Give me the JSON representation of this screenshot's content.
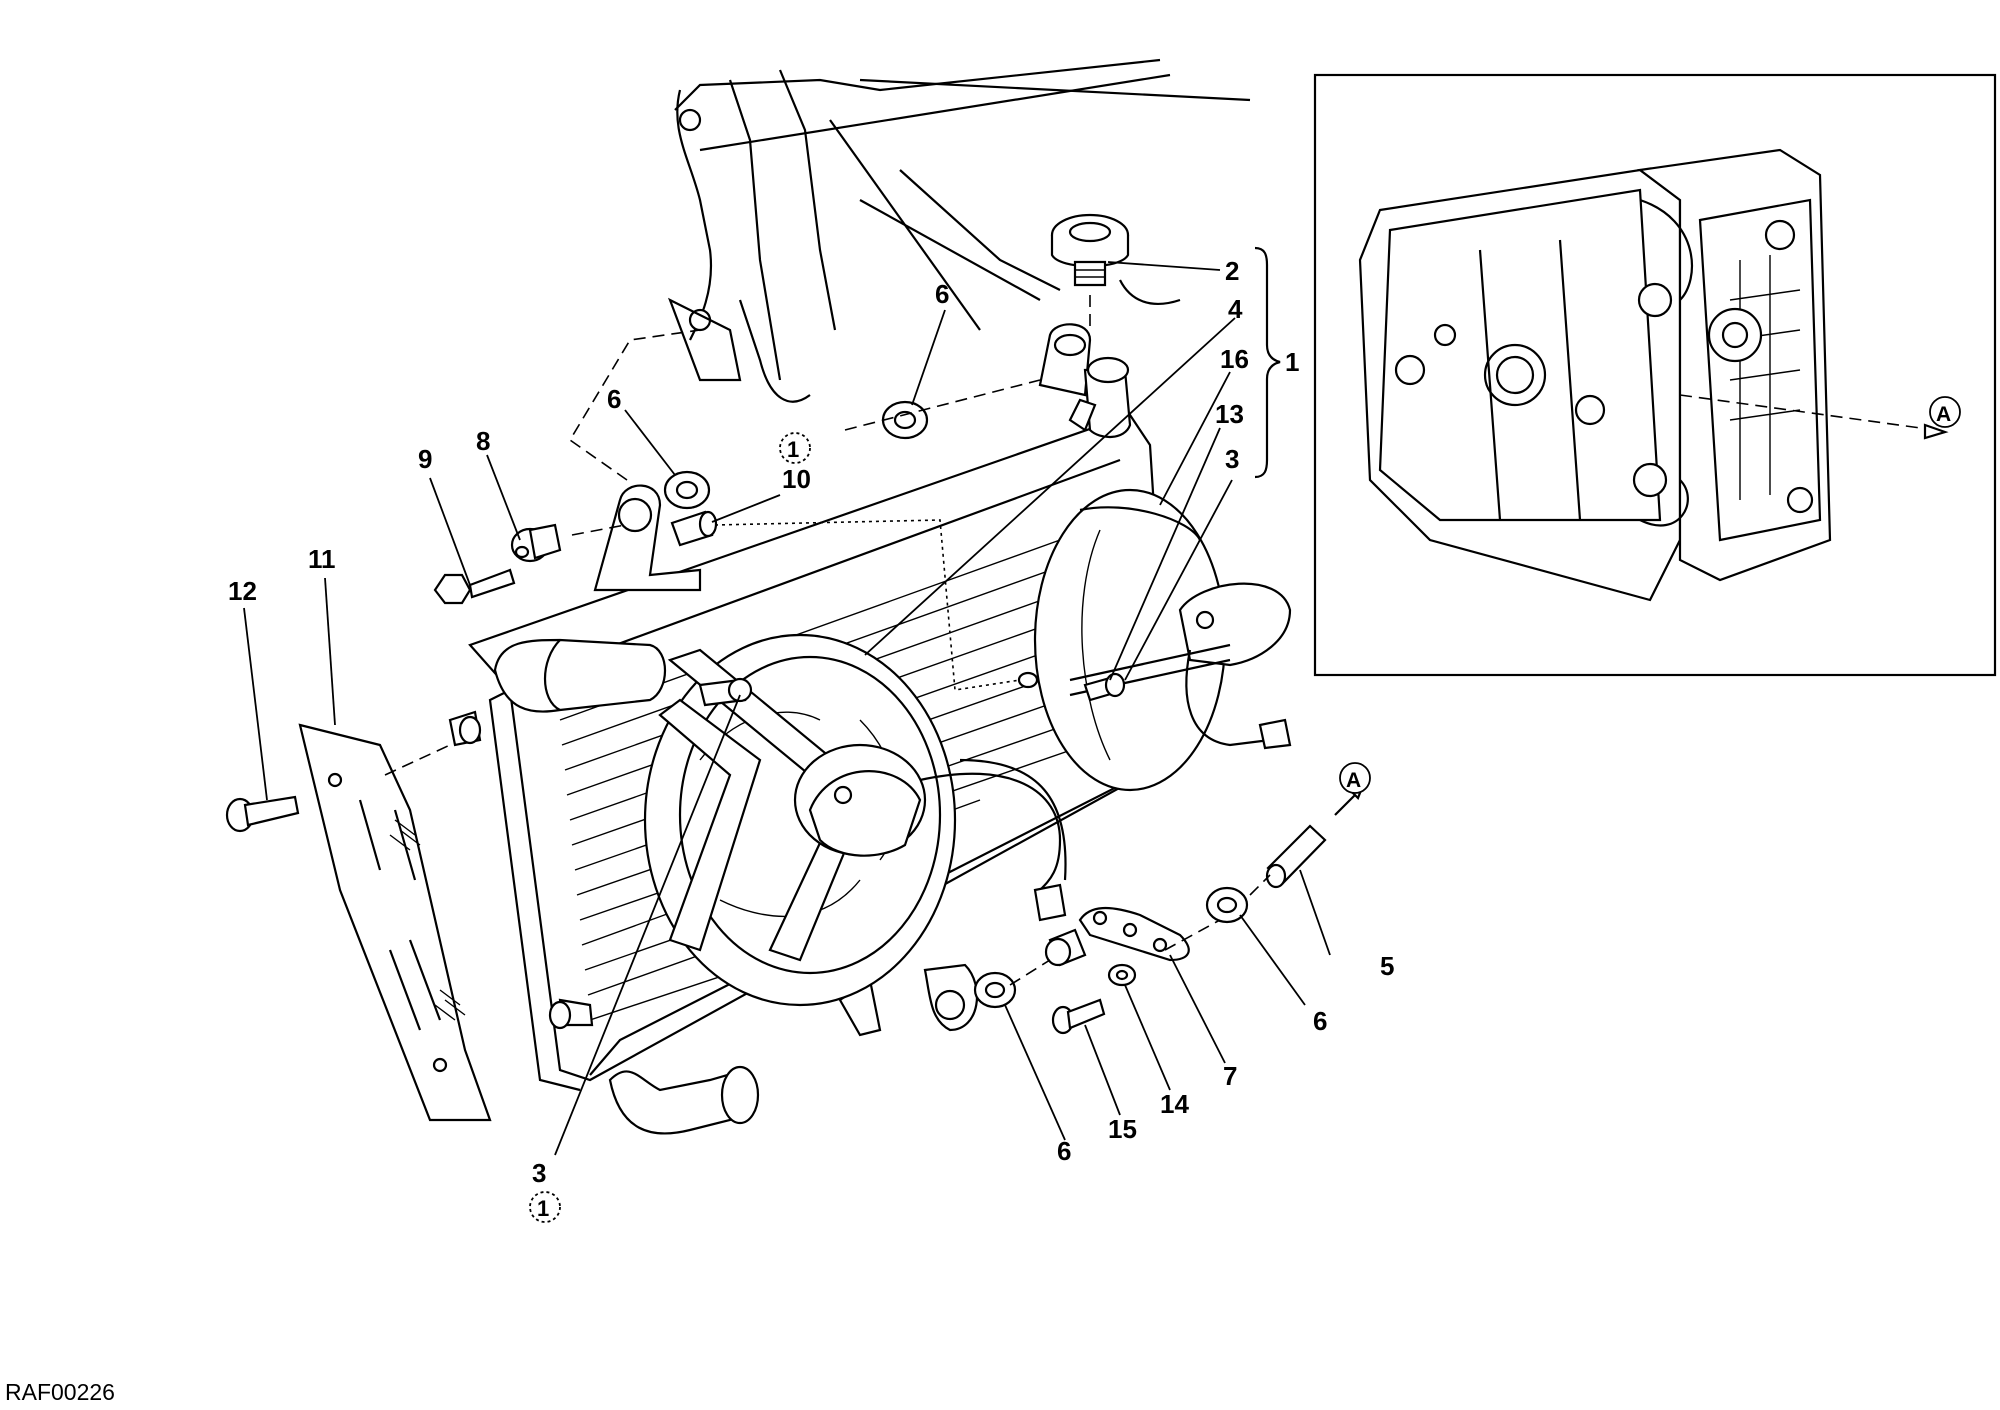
{
  "diagram": {
    "drawing_code": "RAF00226",
    "callouts": [
      {
        "text": "1"
      },
      {
        "text": "2"
      },
      {
        "text": "3"
      },
      {
        "text": "3"
      },
      {
        "text": "4"
      },
      {
        "text": "5"
      },
      {
        "text": "6"
      },
      {
        "text": "6"
      },
      {
        "text": "6"
      },
      {
        "text": "6"
      },
      {
        "text": "7"
      },
      {
        "text": "8"
      },
      {
        "text": "9"
      },
      {
        "text": "10"
      },
      {
        "text": "11"
      },
      {
        "text": "12"
      },
      {
        "text": "13"
      },
      {
        "text": "14"
      },
      {
        "text": "15"
      },
      {
        "text": "16"
      }
    ],
    "circled_refs": [
      {
        "text": "1"
      },
      {
        "text": "1"
      }
    ],
    "view_markers": [
      {
        "text": "A"
      },
      {
        "text": "A"
      }
    ],
    "icons": [
      "radiator",
      "cooling-fan",
      "expansion-cap",
      "frame",
      "engine-head-inset"
    ]
  }
}
